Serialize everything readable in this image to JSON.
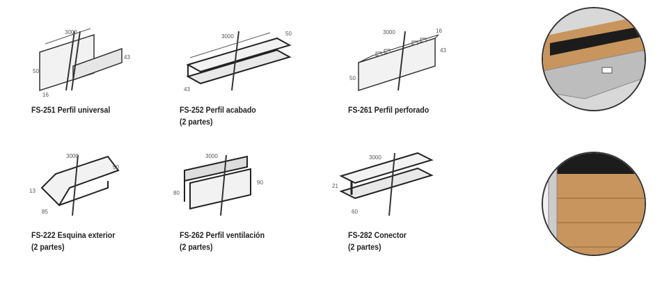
{
  "products": [
    {
      "code_name": "FS-251 Perfil universal",
      "sub": "",
      "dims": [
        "3000",
        "50",
        "43",
        "16"
      ]
    },
    {
      "code_name": "FS-252 Perfil acabado",
      "sub": "(2 partes)",
      "dims": [
        "3000",
        "50",
        "43"
      ]
    },
    {
      "code_name": "FS-261 Perfil perforado",
      "sub": "",
      "dims": [
        "3000",
        "16",
        "43",
        "50"
      ]
    },
    {
      "code_name": "FS-222 Esquina exterior",
      "sub": "(2 partes)",
      "dims": [
        "3000",
        "50",
        "13",
        "85"
      ]
    },
    {
      "code_name": "FS-262 Perfil ventilación",
      "sub": "(2 partes)",
      "dims": [
        "3000",
        "80",
        "90"
      ]
    },
    {
      "code_name": "FS-282 Conector",
      "sub": "(2 partes)",
      "dims": [
        "3000",
        "21",
        "60"
      ]
    }
  ],
  "colors": {
    "wood": "#c8955e",
    "dark": "#1c1c1c",
    "line": "#333333"
  }
}
